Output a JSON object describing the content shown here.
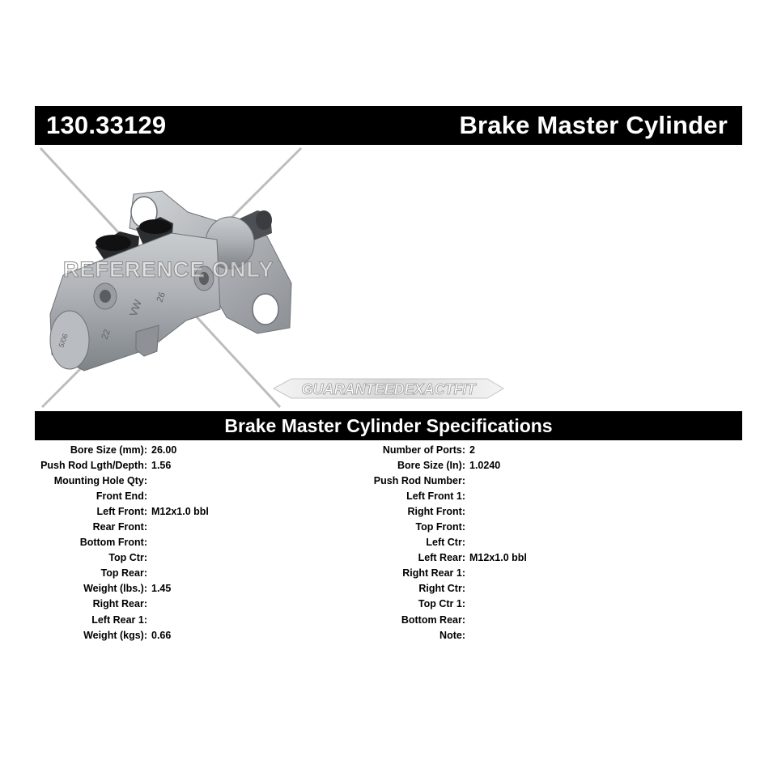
{
  "header": {
    "part_number": "130.33129",
    "title": "Brake Master Cylinder"
  },
  "image": {
    "watermark": "REFERENCE ONLY",
    "badge": "GUARANTEEDEXACTFIT",
    "casting_marks": [
      "VW",
      "26",
      "22",
      "5/06"
    ]
  },
  "specs": {
    "title": "Brake Master Cylinder Specifications",
    "left": [
      {
        "label": "Bore Size (mm):",
        "value": "26.00"
      },
      {
        "label": "Push Rod Lgth/Depth:",
        "value": "1.56"
      },
      {
        "label": "Mounting Hole Qty:",
        "value": ""
      },
      {
        "label": "Front End:",
        "value": ""
      },
      {
        "label": "Left Front:",
        "value": "M12x1.0 bbl"
      },
      {
        "label": "Rear Front:",
        "value": ""
      },
      {
        "label": "Bottom Front:",
        "value": ""
      },
      {
        "label": "Top Ctr:",
        "value": ""
      },
      {
        "label": "Top Rear:",
        "value": ""
      },
      {
        "label": "Weight (lbs.):",
        "value": "1.45"
      },
      {
        "label": "Right Rear:",
        "value": ""
      },
      {
        "label": "Left Rear 1:",
        "value": ""
      },
      {
        "label": "Weight (kgs):",
        "value": "0.66"
      }
    ],
    "right": [
      {
        "label": "Number of Ports:",
        "value": "2"
      },
      {
        "label": "Bore Size (In):",
        "value": "1.0240"
      },
      {
        "label": "Push Rod Number:",
        "value": ""
      },
      {
        "label": "Left Front 1:",
        "value": ""
      },
      {
        "label": "Right Front:",
        "value": ""
      },
      {
        "label": "Top Front:",
        "value": ""
      },
      {
        "label": "Left Ctr:",
        "value": ""
      },
      {
        "label": "Left Rear:",
        "value": "M12x1.0 bbl"
      },
      {
        "label": "Right Rear 1:",
        "value": ""
      },
      {
        "label": "Right Ctr:",
        "value": ""
      },
      {
        "label": "Top Ctr 1:",
        "value": ""
      },
      {
        "label": "Bottom Rear:",
        "value": ""
      },
      {
        "label": "Note:",
        "value": ""
      }
    ]
  }
}
